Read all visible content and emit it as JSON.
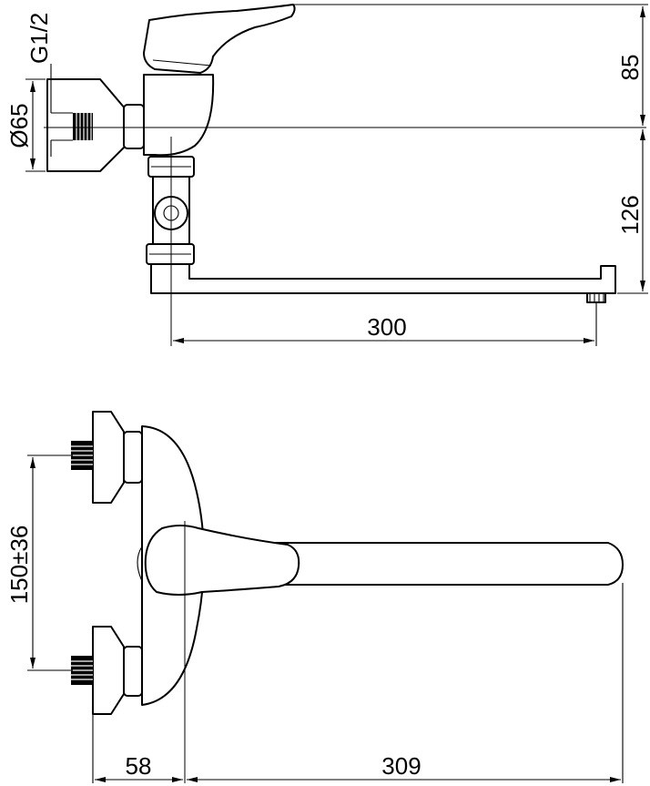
{
  "dimensions": {
    "thread": "G1/2",
    "diameter": "Ø65",
    "height_top": "85",
    "height_spout": "126",
    "spout_length_side": "300",
    "connection_spacing": "150±36",
    "wall_offset": "58",
    "spout_length_top": "309"
  }
}
